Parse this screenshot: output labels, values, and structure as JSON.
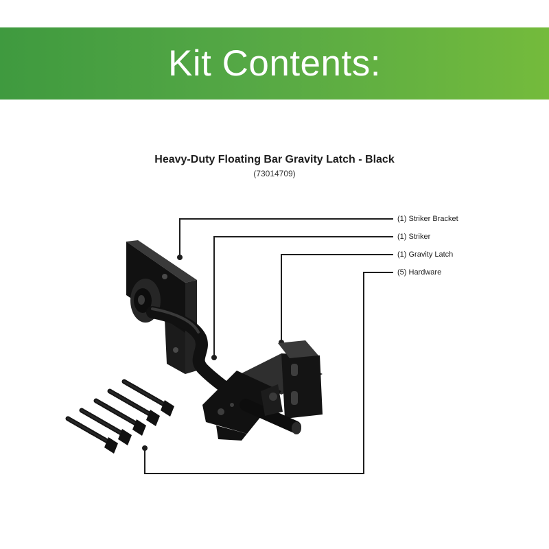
{
  "banner": {
    "title": "Kit Contents:"
  },
  "product": {
    "name": "Heavy-Duty Floating Bar Gravity Latch - Black",
    "sku": "(73014709)"
  },
  "parts": [
    {
      "label": "(1) Striker Bracket"
    },
    {
      "label": "(1) Striker"
    },
    {
      "label": "(1) Gravity Latch"
    },
    {
      "label": "(5) Hardware"
    }
  ],
  "colors": {
    "banner_start": "#3f9a3f",
    "banner_end": "#74bb3c",
    "hardware": "#1a1a1a"
  }
}
